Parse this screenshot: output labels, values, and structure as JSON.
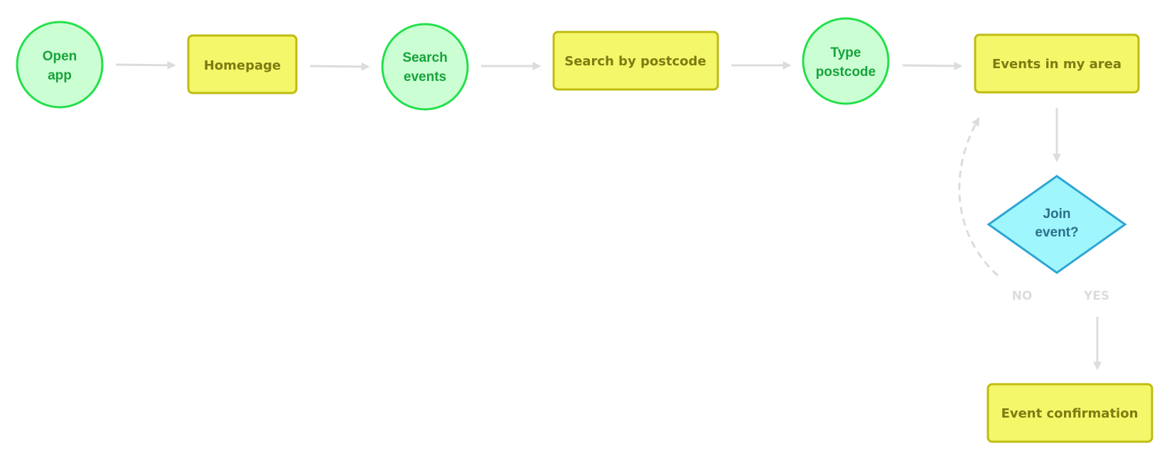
{
  "colors": {
    "circle_fill": "#ccfed4",
    "circle_stroke": "#22e04a",
    "circle_text": "#16a33a",
    "rect_fill": "#f4f76a",
    "rect_stroke": "#bfbc10",
    "rect_text": "#7f7a12",
    "diamond_fill": "#9ff6fc",
    "diamond_stroke": "#2ea6d4",
    "diamond_text": "#2d6e8c",
    "arrow": "#dcdcdc",
    "branch_label": "#dcdcdc"
  },
  "nodes": {
    "open_app": {
      "line1": "Open",
      "line2": "app"
    },
    "homepage": {
      "label": "Homepage"
    },
    "search_events": {
      "line1": "Search",
      "line2": "events"
    },
    "search_by_postcode": {
      "label": "Search by postcode"
    },
    "type_postcode": {
      "line1": "Type",
      "line2": "postcode"
    },
    "events_in_my_area": {
      "label": "Events in my area"
    },
    "join_event": {
      "line1": "Join",
      "line2": "event?"
    },
    "event_confirmation": {
      "label": "Event confirmation"
    }
  },
  "branches": {
    "no": "NO",
    "yes": "YES"
  }
}
